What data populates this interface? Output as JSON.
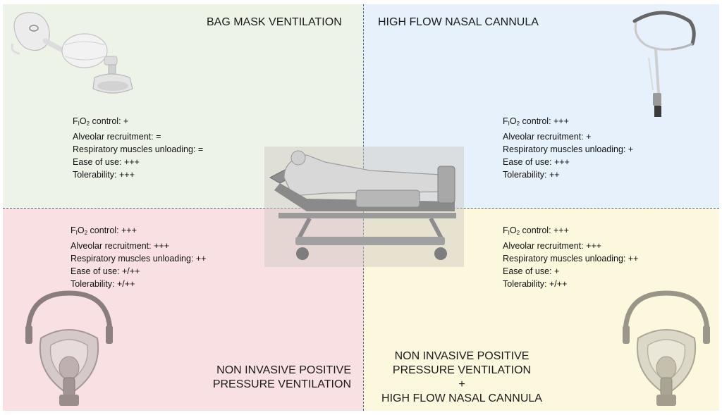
{
  "quadrants": {
    "bag_mask": {
      "title": "BAG MASK VENTILATION",
      "rows": [
        {
          "label": "control: +"
        },
        {
          "label": "Alveolar recruitment: ="
        },
        {
          "label": "Respiratory muscles unloading: ="
        },
        {
          "label": "Ease of use:  +++"
        },
        {
          "label": "Tolerability: +++"
        }
      ]
    },
    "hfnc": {
      "title": "HIGH FLOW NASAL CANNULA",
      "rows": [
        {
          "label": "control: +++"
        },
        {
          "label": "Alveolar recruitment: +"
        },
        {
          "label": "Respiratory muscles unloading: +"
        },
        {
          "label": "Ease of use:  +++"
        },
        {
          "label": "Tolerability: ++"
        }
      ]
    },
    "nippv": {
      "title_line1": "NON INVASIVE POSITIVE",
      "title_line2": "PRESSURE VENTILATION",
      "rows": [
        {
          "label": "control: +++"
        },
        {
          "label": "Alveolar recruitment: +++"
        },
        {
          "label": "Respiratory muscles unloading: ++"
        },
        {
          "label": "Ease of use:  +/++"
        },
        {
          "label": "Tolerability: +/++"
        }
      ]
    },
    "combined": {
      "title_line1": "NON INVASIVE POSITIVE",
      "title_line2": "PRESSURE VENTILATION",
      "title_line3": "+",
      "title_line4": "HIGH FLOW NASAL CANNULA",
      "rows": [
        {
          "label": "control: +++"
        },
        {
          "label": "Alveolar recruitment: +++"
        },
        {
          "label": "Respiratory muscles unloading: ++"
        },
        {
          "label": "Ease of use:  +"
        },
        {
          "label": "Tolerability: +/++"
        }
      ]
    }
  },
  "fio2": {
    "f": "F",
    "i": "I",
    "o": "O",
    "two": "2"
  },
  "colors": {
    "top_left": "#eef3e8",
    "top_right": "#e6f1fb",
    "bottom_left": "#f9e1e3",
    "bottom_right": "#fbf8dd",
    "divider": "#4a6a8a"
  },
  "icons": [
    "bag-valve-mask-icon",
    "nasal-cannula-icon",
    "face-mask-icon",
    "hospital-bed-patient-icon"
  ]
}
